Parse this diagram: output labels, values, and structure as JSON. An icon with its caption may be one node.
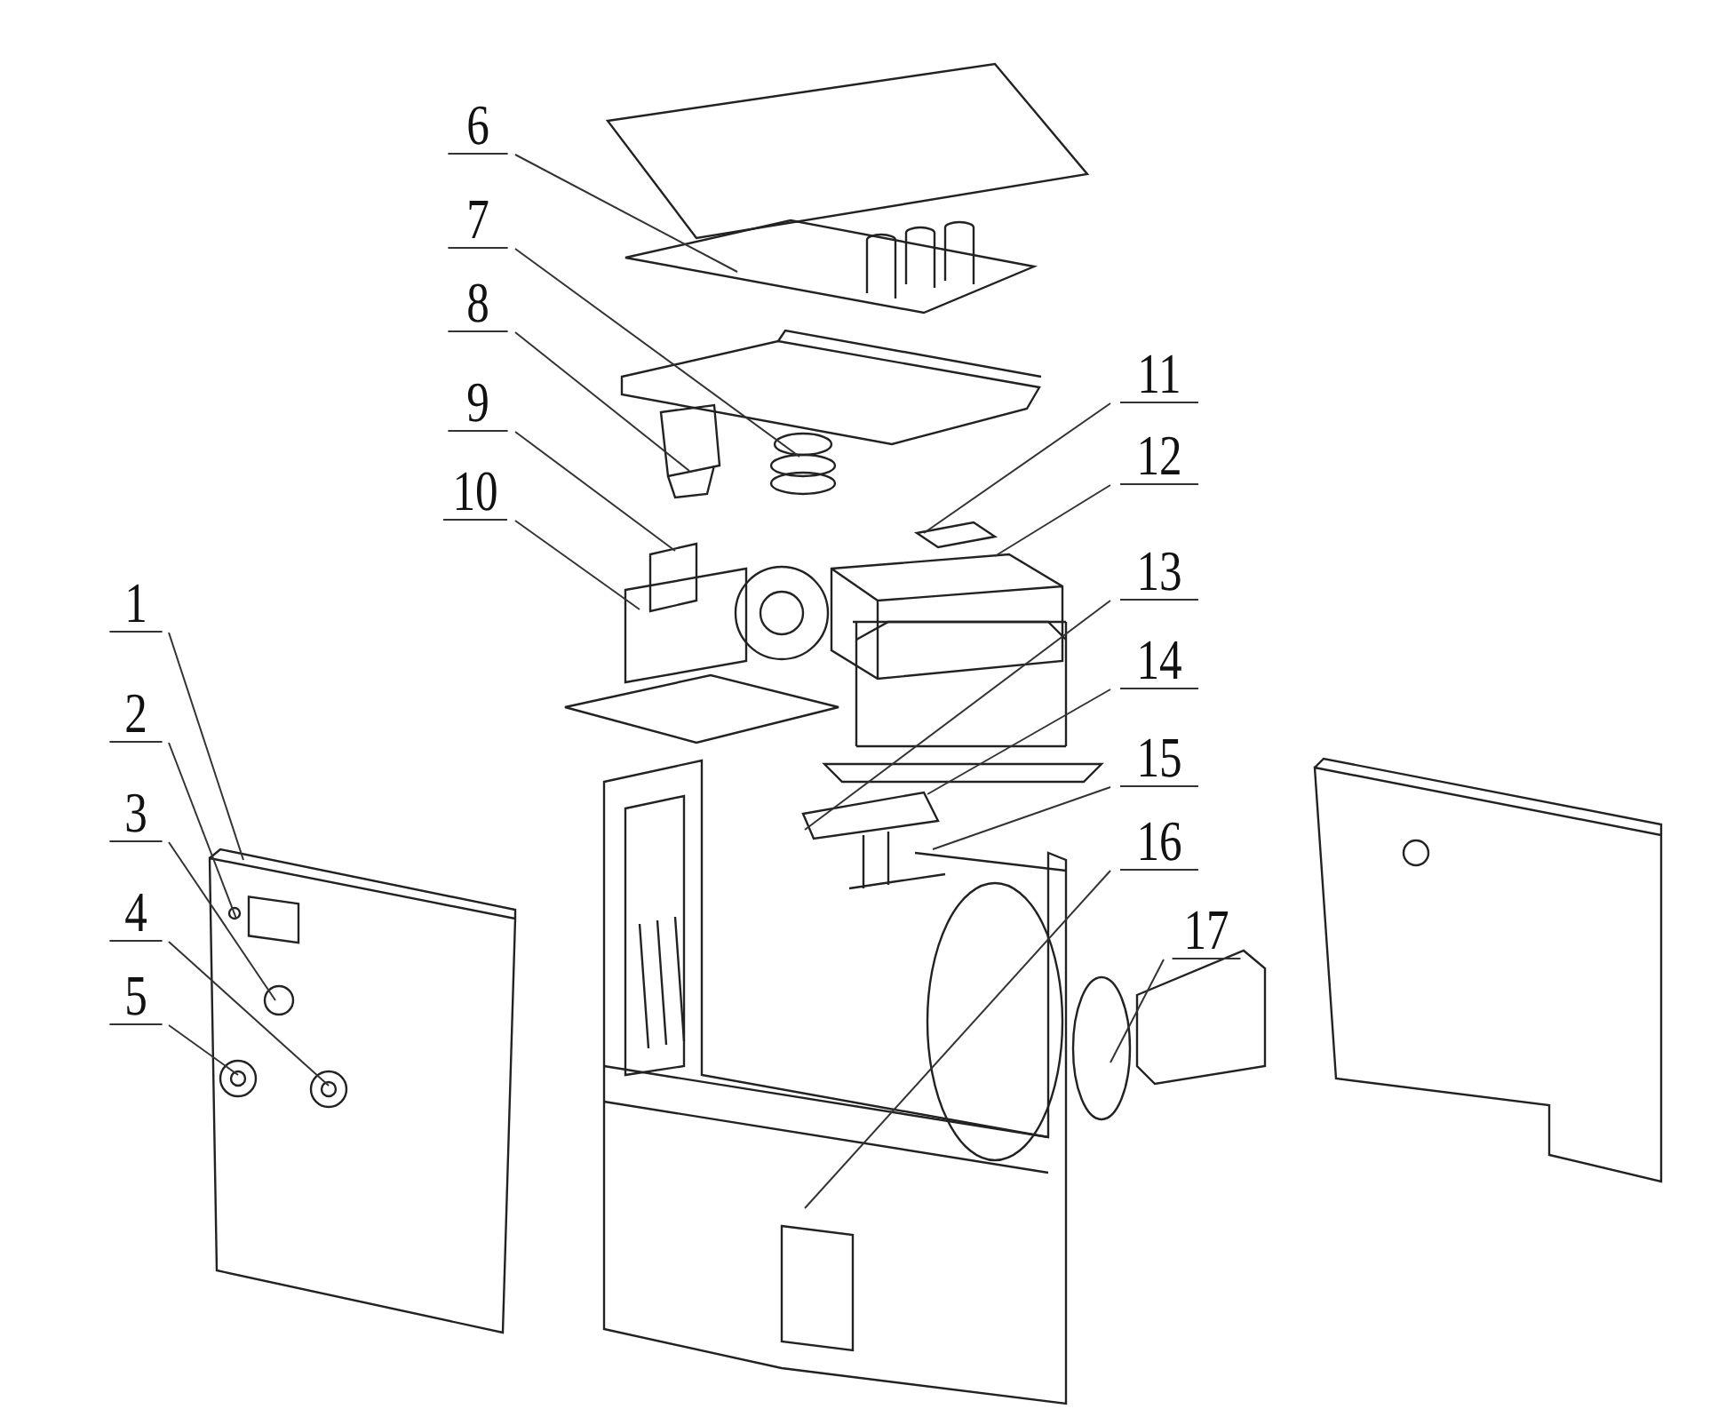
{
  "diagram": {
    "nodes": [
      {
        "text": [
          "1"
        ]
      },
      {
        "text": [
          "2"
        ]
      },
      {
        "text": [
          "3"
        ]
      },
      {
        "text": [
          "4"
        ]
      },
      {
        "text": [
          "5"
        ]
      },
      {
        "text": [
          "6"
        ]
      },
      {
        "text": [
          "7"
        ]
      },
      {
        "text": [
          "8"
        ]
      },
      {
        "text": [
          "9"
        ]
      },
      {
        "text": [
          "10"
        ]
      },
      {
        "text": [
          "11"
        ]
      },
      {
        "text": [
          "12"
        ]
      },
      {
        "text": [
          "13"
        ]
      },
      {
        "text": [
          "14"
        ]
      },
      {
        "text": [
          "15"
        ]
      },
      {
        "text": [
          "16"
        ]
      },
      {
        "text": [
          "17"
        ]
      }
    ],
    "edges": [
      {
        "from": 0,
        "to": null,
        "arrow": "none"
      },
      {
        "from": 1,
        "to": null,
        "arrow": "none"
      },
      {
        "from": 2,
        "to": null,
        "arrow": "none"
      },
      {
        "from": 3,
        "to": null,
        "arrow": "none"
      },
      {
        "from": 4,
        "to": null,
        "arrow": "none"
      },
      {
        "from": 5,
        "to": null,
        "arrow": "none"
      },
      {
        "from": 6,
        "to": null,
        "arrow": "none"
      },
      {
        "from": 7,
        "to": null,
        "arrow": "none"
      },
      {
        "from": 8,
        "to": null,
        "arrow": "none"
      },
      {
        "from": 9,
        "to": null,
        "arrow": "none"
      },
      {
        "from": 10,
        "to": null,
        "arrow": "none"
      },
      {
        "from": 11,
        "to": null,
        "arrow": "none"
      },
      {
        "from": 12,
        "to": null,
        "arrow": "none"
      },
      {
        "from": 13,
        "to": null,
        "arrow": "none"
      },
      {
        "from": 14,
        "to": null,
        "arrow": "none"
      },
      {
        "from": 15,
        "to": null,
        "arrow": "none"
      },
      {
        "from": 16,
        "to": null,
        "arrow": "none"
      }
    ]
  }
}
